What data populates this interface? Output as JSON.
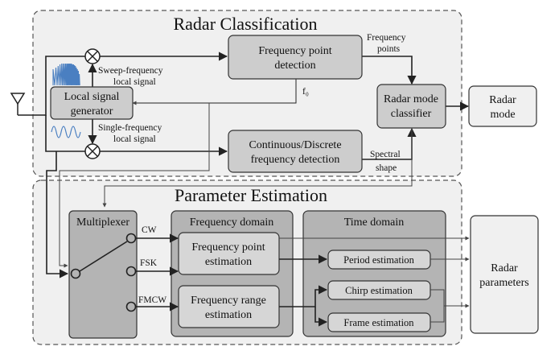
{
  "sections": {
    "classification": "Radar Classification",
    "estimation": "Parameter Estimation"
  },
  "labels": {
    "sweep_signal_1": "Sweep-frequency",
    "sweep_signal_2": "local signal",
    "single_signal_1": "Single-frequency",
    "single_signal_2": "local signal",
    "freq_points_1": "Frequency",
    "freq_points_2": "points",
    "f0": "f₀",
    "spectral_1": "Spectral",
    "spectral_2": "shape",
    "cw": "CW",
    "fsk": "FSK",
    "fmcw": "FMCW"
  },
  "boxes": {
    "local_gen_1": "Local signal",
    "local_gen_2": "generator",
    "fpd_1": "Frequency point",
    "fpd_2": "detection",
    "cdfd_1": "Continuous/Discrete",
    "cdfd_2": "frequency detection",
    "rmc_1": "Radar mode",
    "rmc_2": "classifier",
    "radar_mode_1": "Radar",
    "radar_mode_2": "mode",
    "multiplexer": "Multiplexer",
    "freq_domain": "Frequency domain",
    "time_domain": "Time domain",
    "fpe_1": "Frequency point",
    "fpe_2": "estimation",
    "fre_1": "Frequency range",
    "fre_2": "estimation",
    "period": "Period estimation",
    "chirp": "Chirp estimation",
    "frame": "Frame estimation",
    "params_1": "Radar",
    "params_2": "parameters"
  }
}
